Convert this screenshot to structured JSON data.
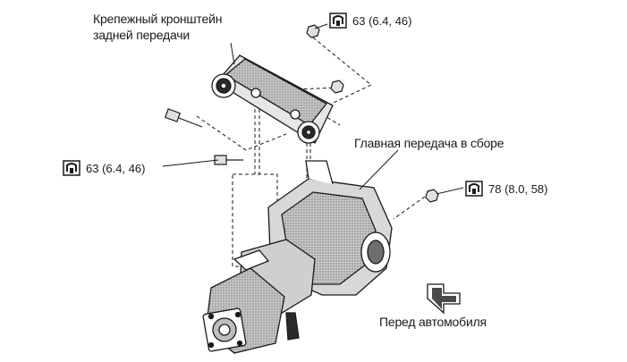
{
  "labels": {
    "bracket_line1": "Крепежный кронштейн",
    "bracket_line2": "задней передачи",
    "final_drive": "Главная передача в сборе",
    "front": "Перед автомобиля"
  },
  "torques": {
    "top": "63 (6.4, 46)",
    "left": "63 (6.4, 46)",
    "right": "78 (8.0, 58)"
  },
  "icons": {
    "torque": "torque-wrench-icon",
    "front_arrow": "front-direction-arrow-icon"
  },
  "colors": {
    "ink": "#1a1a1a",
    "shade": "#9a9a9a",
    "paper": "#ffffff"
  }
}
